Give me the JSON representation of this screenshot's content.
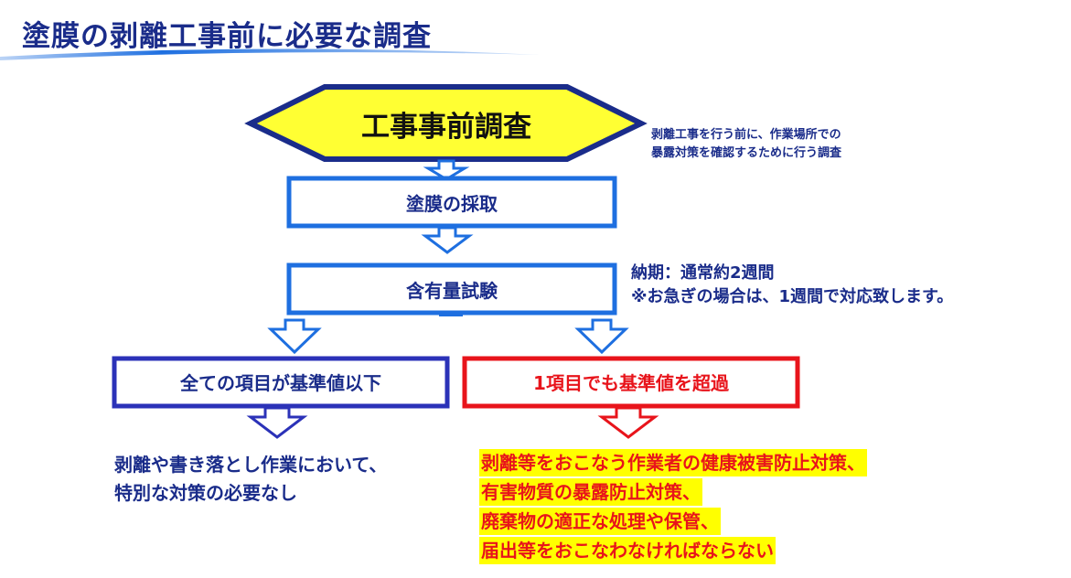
{
  "title": "塗膜の剥離工事前に必要な調査",
  "steps": {
    "pre_survey": "工事事前調査",
    "sampling": "塗膜の採取",
    "content_test": "含有量試験"
  },
  "notes": {
    "survey_line1": "剥離工事を行う前に、作業場所での",
    "survey_line2": "暴露対策を確認するために行う調査",
    "delivery_line1": "納期：通常約2週間",
    "delivery_line2": "※お急ぎの場合は、1週間で対応致します。"
  },
  "branches": {
    "below": {
      "label": "全ての項目が基準値以下",
      "result_line1": "剥離や書き落とし作業において、",
      "result_line2": "特別な対策の必要なし"
    },
    "above": {
      "label": "1項目でも基準値を超過",
      "result_lines": [
        "剥離等をおこなう作業者の健康被害防止対策、",
        "有害物質の暴露防止対策、",
        "廃棄物の適正な処理や保管、",
        "届出等をおこなわなければならない"
      ]
    }
  },
  "colors": {
    "title": "#1a2c8a",
    "hexagon_fill": "#ffff33",
    "hexagon_stroke": "#1a2c8a",
    "box_stroke": "#1e6fe0",
    "ok_stroke": "#2b32b8",
    "ng_stroke": "#e8141b",
    "highlight": "#ffff00"
  }
}
